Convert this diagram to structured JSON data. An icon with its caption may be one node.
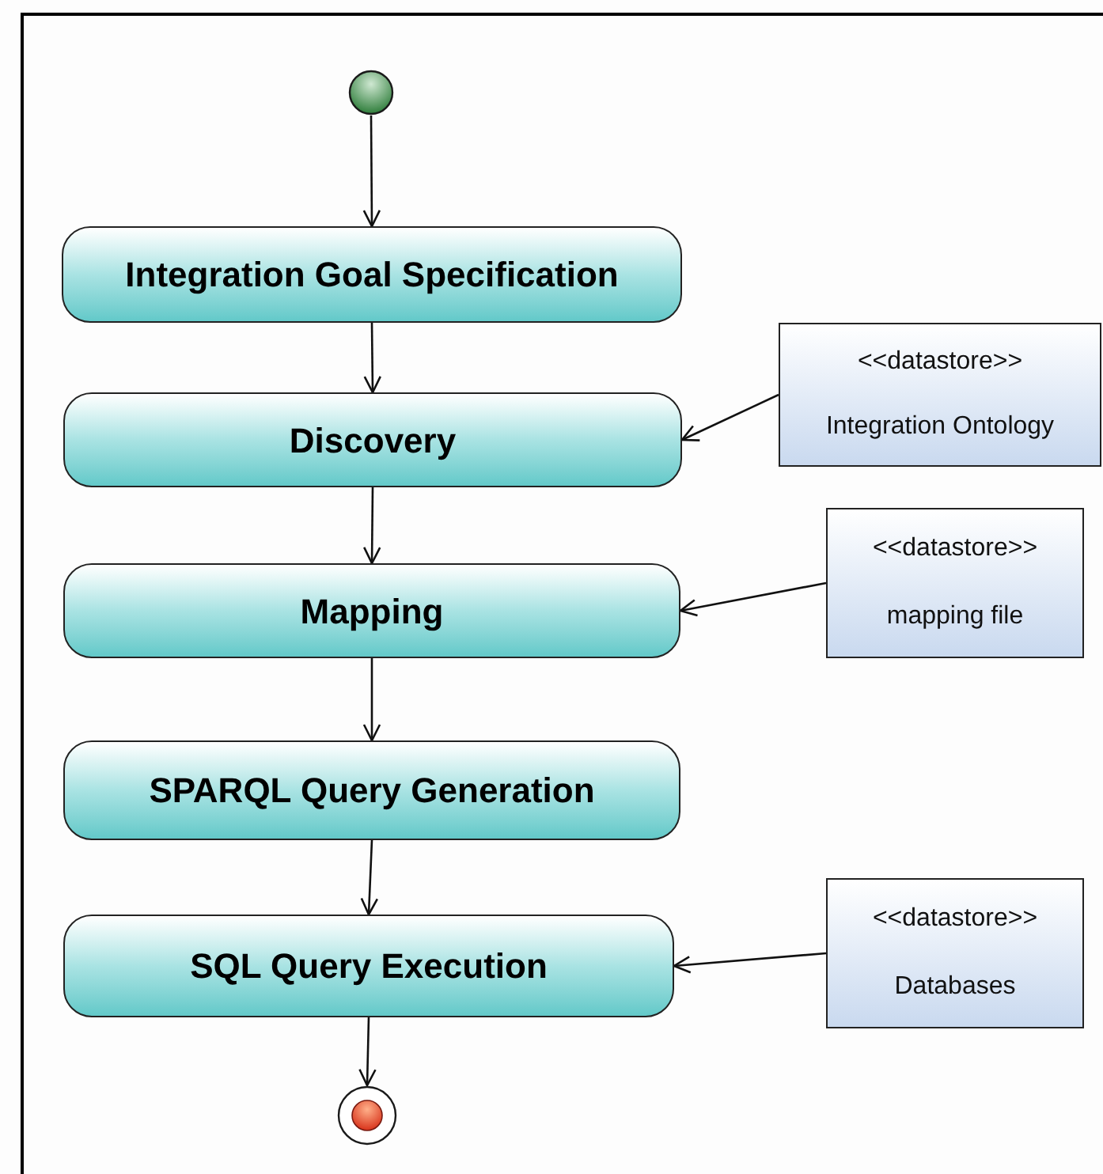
{
  "diagram": {
    "nodes": [
      {
        "text": [],
        "shape": "circle"
      },
      {
        "text": [
          "Integration Goal Specification"
        ]
      },
      {
        "text": [
          "Discovery"
        ]
      },
      {
        "text": [
          "<<datastore>>",
          "Integration Ontology"
        ]
      },
      {
        "text": [
          "Mapping"
        ]
      },
      {
        "text": [
          "<<datastore>>",
          "mapping file"
        ]
      },
      {
        "text": [
          "SPARQL Query Generation"
        ]
      },
      {
        "text": [
          "SQL Query Execution"
        ]
      },
      {
        "text": [
          "<<datastore>>",
          "Databases"
        ]
      },
      {
        "text": [],
        "shape": "circle"
      }
    ],
    "edges": [
      {
        "from": 0,
        "to": 1,
        "arrow": "to"
      },
      {
        "from": 1,
        "to": 2,
        "arrow": "to"
      },
      {
        "from": 3,
        "to": 2,
        "arrow": "to"
      },
      {
        "from": 2,
        "to": 4,
        "arrow": "to"
      },
      {
        "from": 5,
        "to": 4,
        "arrow": "to"
      },
      {
        "from": 4,
        "to": 6,
        "arrow": "to"
      },
      {
        "from": 6,
        "to": 7,
        "arrow": "to"
      },
      {
        "from": 8,
        "to": 7,
        "arrow": "to"
      },
      {
        "from": 7,
        "to": 9,
        "arrow": "to"
      }
    ]
  }
}
